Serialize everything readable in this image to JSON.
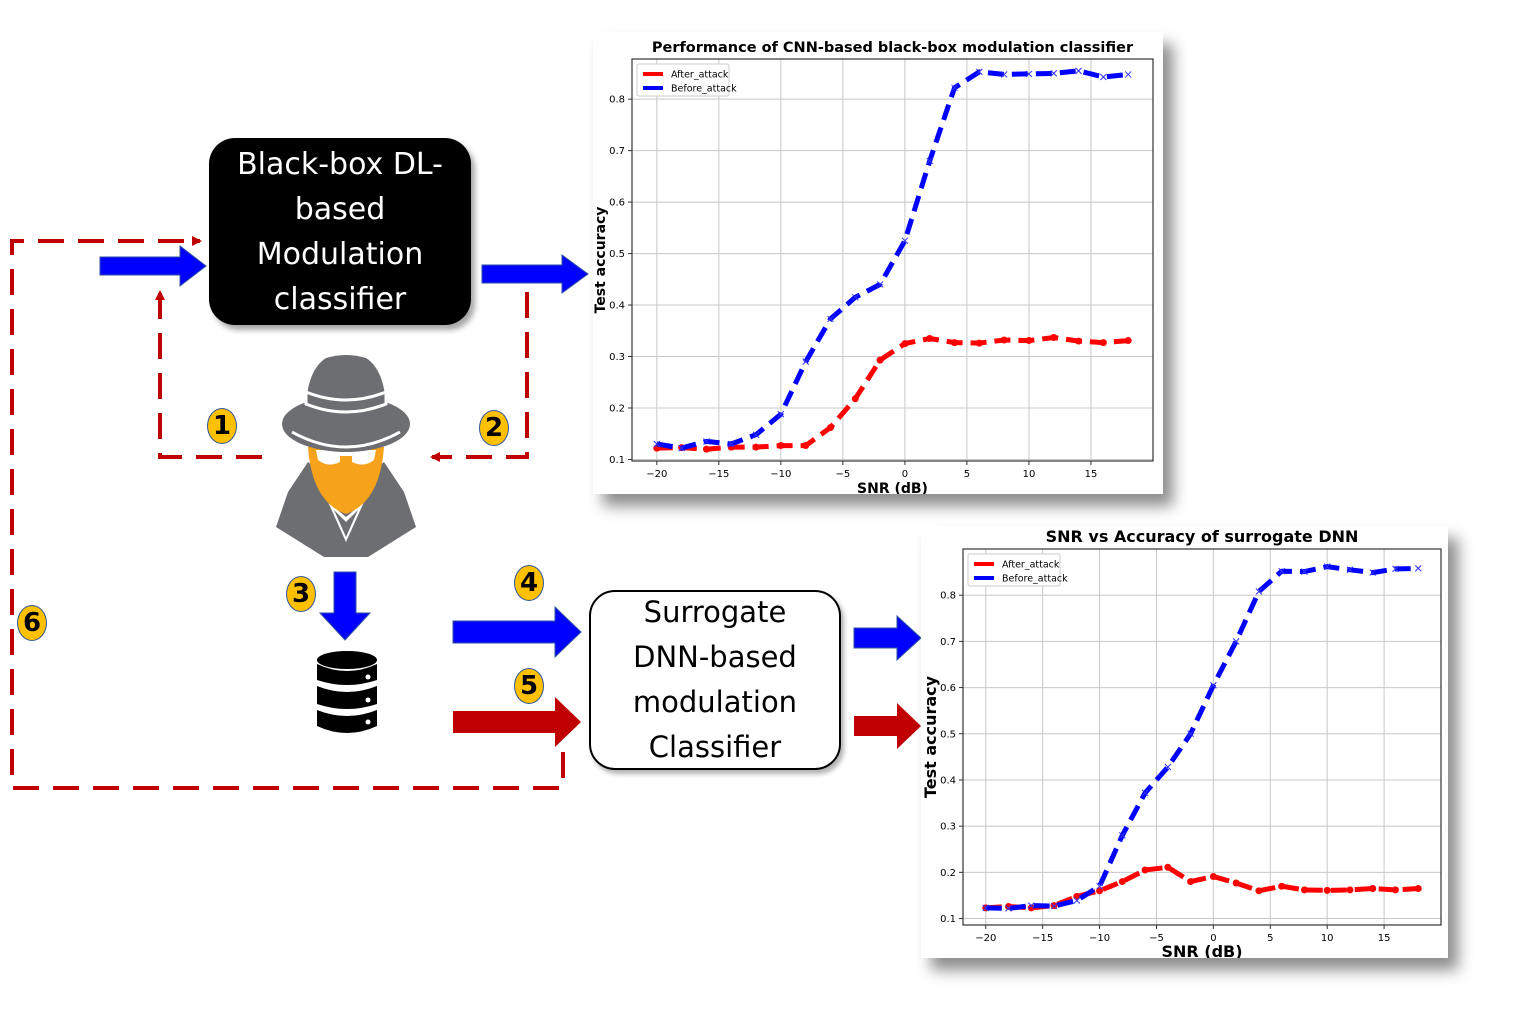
{
  "diagram": {
    "blackbox_box": {
      "label": "Black-box DL-\nbased\nModulation\nclassifier"
    },
    "surrogate_box": {
      "label": "Surrogate\nDNN-based\nmodulation\nClassifier"
    },
    "steps": [
      "1",
      "2",
      "3",
      "4",
      "5",
      "6"
    ],
    "icons": [
      "spy-attacker-icon",
      "database-icon"
    ],
    "colors": {
      "blue_arrow": "#0000ff",
      "red_arrow": "#c00000",
      "dashed_red": "#c00000",
      "badge_fill": "#ffc000",
      "badge_border": "#2e5597",
      "attacker_gray": "#6d6e71",
      "attacker_face": "#f7a21b"
    }
  },
  "chart_data": [
    {
      "type": "line",
      "title": "Performance of CNN-based black-box modulation classifier",
      "xlabel": "SNR (dB)",
      "ylabel": "Test accuracy",
      "x": [
        -20,
        -18,
        -16,
        -14,
        -12,
        -10,
        -8,
        -6,
        -4,
        -2,
        0,
        2,
        4,
        6,
        8,
        10,
        12,
        14,
        16,
        18
      ],
      "xticks": [
        -20,
        -15,
        -10,
        -5,
        0,
        5,
        10,
        15
      ],
      "yticks": [
        0.1,
        0.2,
        0.3,
        0.4,
        0.5,
        0.6,
        0.7,
        0.8
      ],
      "xlim": [
        -22,
        20
      ],
      "ylim": [
        0.097,
        0.878
      ],
      "grid": true,
      "legend_position": "upper left",
      "series": [
        {
          "name": "After_attack",
          "color": "#ff0000",
          "marker": "o",
          "linestyle": "dashed",
          "values": [
            0.122,
            0.123,
            0.12,
            0.124,
            0.124,
            0.127,
            0.127,
            0.162,
            0.218,
            0.293,
            0.325,
            0.335,
            0.327,
            0.326,
            0.332,
            0.331,
            0.337,
            0.33,
            0.327,
            0.331
          ]
        },
        {
          "name": "Before_attack",
          "color": "#0000ff",
          "marker": "x",
          "linestyle": "dashed",
          "values": [
            0.13,
            0.122,
            0.135,
            0.13,
            0.148,
            0.188,
            0.29,
            0.373,
            0.415,
            0.44,
            0.525,
            0.68,
            0.822,
            0.853,
            0.848,
            0.849,
            0.85,
            0.855,
            0.843,
            0.848
          ]
        }
      ]
    },
    {
      "type": "line",
      "title": "SNR vs Accuracy of surrogate DNN",
      "xlabel": "SNR (dB)",
      "ylabel": "Test accuracy",
      "x": [
        -20,
        -18,
        -16,
        -14,
        -12,
        -10,
        -8,
        -6,
        -4,
        -2,
        0,
        2,
        4,
        6,
        8,
        10,
        12,
        14,
        16,
        18
      ],
      "xticks": [
        -20,
        -15,
        -10,
        -5,
        0,
        5,
        10,
        15
      ],
      "yticks": [
        0.1,
        0.2,
        0.3,
        0.4,
        0.5,
        0.6,
        0.7,
        0.8
      ],
      "xlim": [
        -22,
        20
      ],
      "ylim": [
        0.086,
        0.9
      ],
      "grid": true,
      "legend_position": "upper left",
      "series": [
        {
          "name": "After_attack",
          "color": "#ff0000",
          "marker": "o",
          "linestyle": "dashed",
          "values": [
            0.123,
            0.126,
            0.123,
            0.128,
            0.148,
            0.16,
            0.18,
            0.205,
            0.211,
            0.18,
            0.191,
            0.177,
            0.16,
            0.17,
            0.162,
            0.161,
            0.162,
            0.165,
            0.162,
            0.165
          ]
        },
        {
          "name": "Before_attack",
          "color": "#0000ff",
          "marker": "x",
          "linestyle": "dashed",
          "values": [
            0.123,
            0.122,
            0.128,
            0.127,
            0.139,
            0.17,
            0.28,
            0.372,
            0.428,
            0.5,
            0.605,
            0.7,
            0.808,
            0.852,
            0.851,
            0.862,
            0.855,
            0.849,
            0.857,
            0.858
          ]
        }
      ]
    }
  ]
}
